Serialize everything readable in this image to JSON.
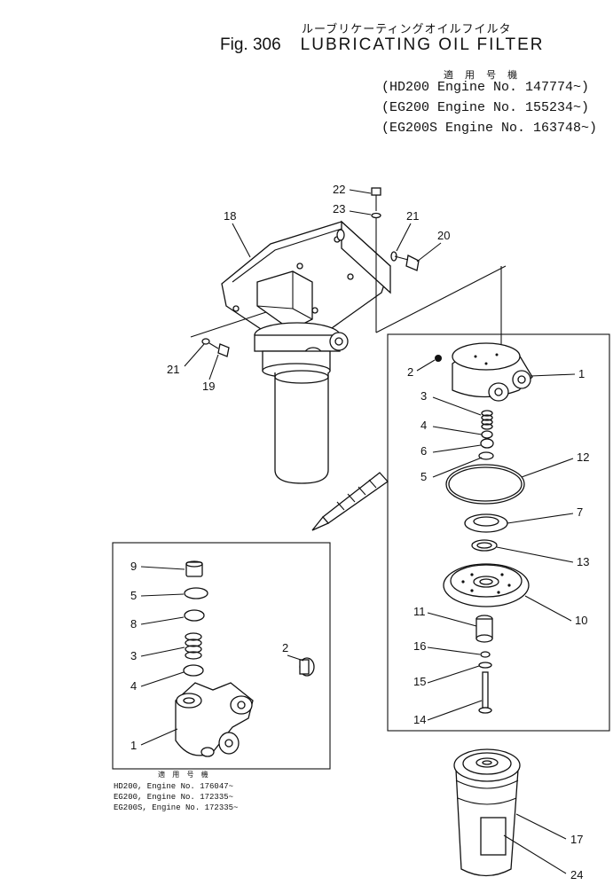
{
  "header": {
    "jp_title": "ルーブリケーティングオイルフイルタ",
    "fig_number": "Fig. 306",
    "fig_name": "LUBRICATING OIL FILTER",
    "applicability_heading": "適 用 号 機",
    "applicability": [
      "(HD200  Engine No. 147774~)",
      "(EG200  Engine No. 155234~)",
      "(EG200S Engine No. 163748~)"
    ]
  },
  "inset": {
    "heading": "適 用 号 機",
    "applicability": [
      "HD200,  Engine No. 176047~",
      "EG200,  Engine No. 172335~",
      "EG200S, Engine No. 172335~"
    ]
  },
  "callouts": {
    "bracket": [
      "22",
      "23",
      "18",
      "21",
      "20",
      "21",
      "19"
    ],
    "right_panel": [
      "2",
      "1",
      "3",
      "4",
      "6",
      "5",
      "12",
      "7",
      "13",
      "10",
      "11",
      "16",
      "15",
      "14"
    ],
    "inset": [
      "9",
      "5",
      "8",
      "3",
      "4",
      "2",
      "1"
    ],
    "cartridge": [
      "17",
      "24"
    ]
  }
}
